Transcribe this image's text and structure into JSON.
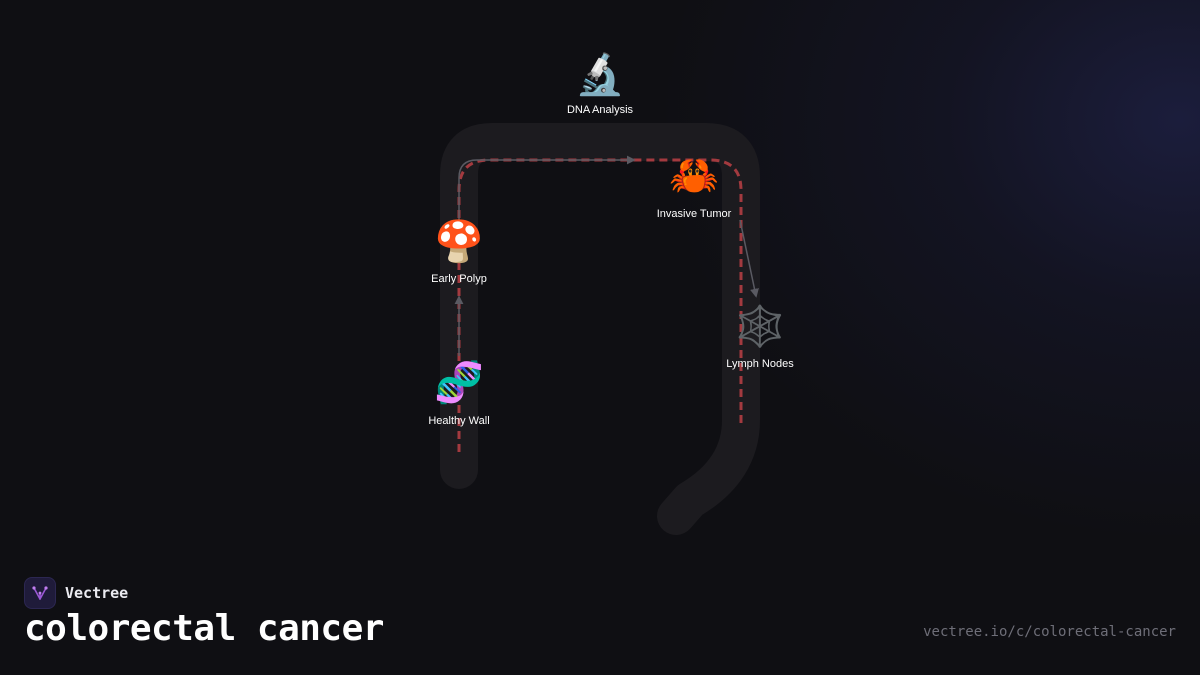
{
  "brand": {
    "name": "Vectree",
    "logo_icon": "vectree-tree-logo-icon"
  },
  "title": "colorectal cancer",
  "url": "vectree.io/c/colorectal-cancer",
  "colors": {
    "background": "#0f0f13",
    "colon_track": "#1c1b1f",
    "progression_path": "#a33a3f",
    "arrow": "#5a5a62",
    "label": "#ffffff",
    "url_text": "#6e6e78"
  },
  "diagram": {
    "nodes": [
      {
        "id": "healthy-wall",
        "label": "Healthy Wall",
        "emoji": "🧬",
        "icon": "dna-icon"
      },
      {
        "id": "early-polyp",
        "label": "Early Polyp",
        "emoji": "🍄",
        "icon": "mushroom-icon"
      },
      {
        "id": "dna-analysis",
        "label": "DNA Analysis",
        "emoji": "🔬",
        "icon": "microscope-icon"
      },
      {
        "id": "invasive-tumor",
        "label": "Invasive Tumor",
        "emoji": "🦀",
        "icon": "crab-icon"
      },
      {
        "id": "lymph-nodes",
        "label": "Lymph Nodes",
        "emoji": "🕸️",
        "icon": "spider-web-icon"
      }
    ],
    "edges": [
      {
        "from": "healthy-wall",
        "to": "early-polyp"
      },
      {
        "from": "early-polyp",
        "to": "invasive-tumor"
      },
      {
        "from": "invasive-tumor",
        "to": "lymph-nodes"
      }
    ]
  }
}
